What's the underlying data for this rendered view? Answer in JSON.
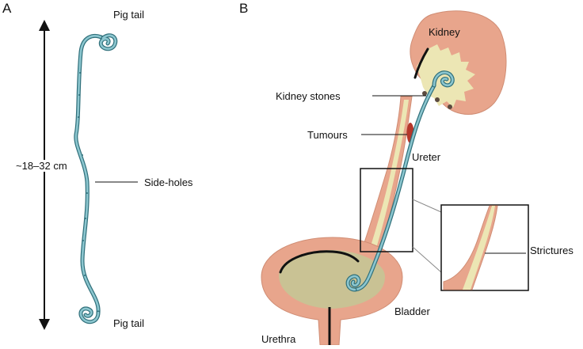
{
  "panels": {
    "a": {
      "letter": "A",
      "labels": {
        "pigtail_top": "Pig tail",
        "pigtail_bottom": "Pig tail",
        "length": "~18–32 cm",
        "side_holes": "Side-holes"
      }
    },
    "b": {
      "letter": "B",
      "labels": {
        "kidney": "Kidney",
        "kidney_stones": "Kidney stones",
        "tumours": "Tumours",
        "ureter": "Ureter",
        "strictures": "Strictures",
        "bladder": "Bladder",
        "urethra": "Urethra"
      }
    }
  },
  "colors": {
    "tissue": "#e8a58c",
    "tissue_edge": "#d08d74",
    "lumen": "#ece6b4",
    "bladder_inner": "#c9c294",
    "stent": "#8cc6cf",
    "stent_edge": "#2f6f7a",
    "tumour": "#b5362a",
    "stone": "#5b4a3f"
  }
}
